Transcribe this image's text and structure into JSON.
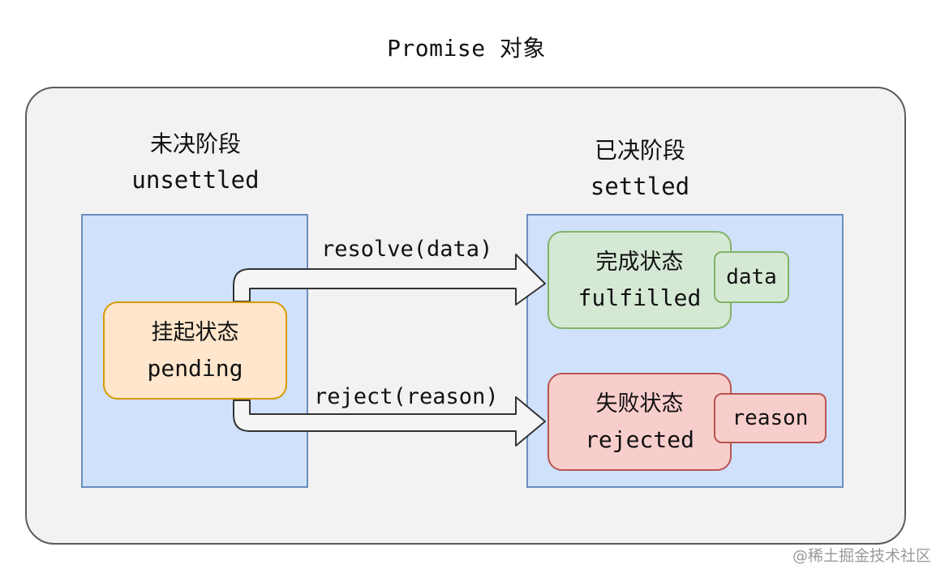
{
  "diagram": {
    "title": "Promise 对象",
    "unsettled": {
      "cn": "未决阶段",
      "en": "unsettled"
    },
    "settled": {
      "cn": "已决阶段",
      "en": "settled"
    },
    "pending": {
      "cn": "挂起状态",
      "en": "pending"
    },
    "fulfilled": {
      "cn": "完成状态",
      "en": "fulfilled",
      "payload": "data"
    },
    "rejected": {
      "cn": "失败状态",
      "en": "rejected",
      "payload": "reason"
    },
    "resolve_label": "resolve(data)",
    "reject_label": "reject(reason)"
  },
  "watermark": "@稀土掘金技术社区"
}
